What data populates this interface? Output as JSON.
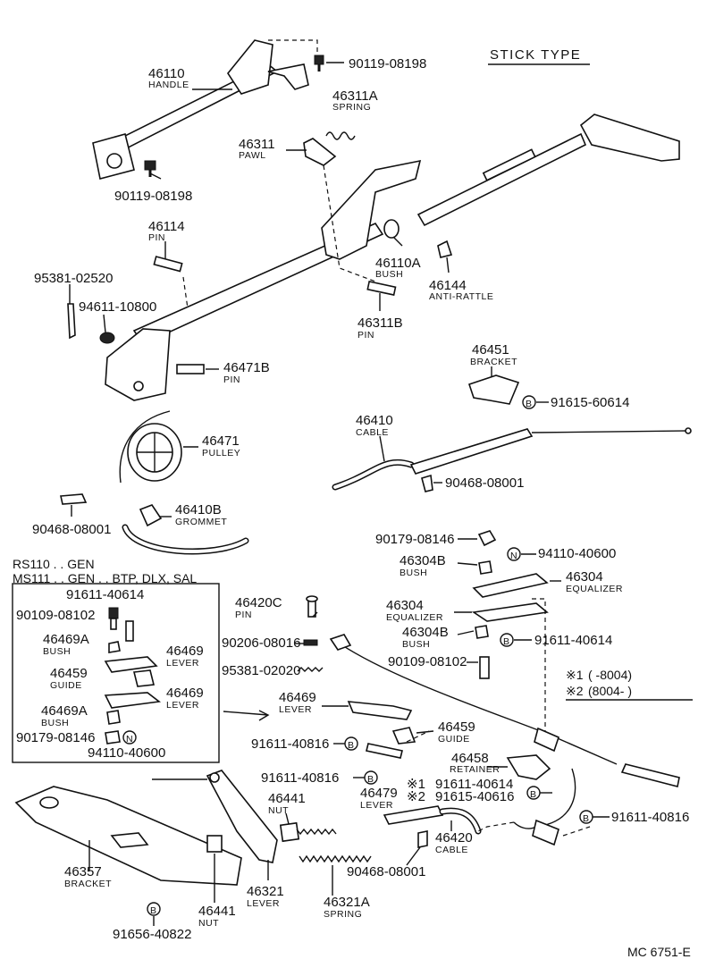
{
  "title": "STICK TYPE",
  "footer_code": "MC 6751-E",
  "date_notes": [
    {
      "mark": "※1",
      "text": "(       -8004)"
    },
    {
      "mark": "※2",
      "text": "(8004-       )"
    }
  ],
  "inset": {
    "header_line1": "RS110 . . GEN",
    "header_line2": "MS111 . . GEN . . BTP, DLX, SAL",
    "parts": [
      {
        "number": "91611-40614",
        "name": ""
      },
      {
        "number": "90109-08102",
        "name": ""
      },
      {
        "number": "46469A",
        "name": "BUSH"
      },
      {
        "number": "46469",
        "name": "LEVER"
      },
      {
        "number": "46459",
        "name": "GUIDE"
      },
      {
        "number": "46469",
        "name": "LEVER"
      },
      {
        "number": "46469A",
        "name": "BUSH"
      },
      {
        "number": "90179-08146",
        "name": ""
      },
      {
        "number": "94110-40600",
        "name": ""
      }
    ]
  },
  "parts": [
    {
      "number": "46110",
      "name": "HANDLE"
    },
    {
      "number": "90119-08198",
      "name": ""
    },
    {
      "number": "46311A",
      "name": "SPRING"
    },
    {
      "number": "46311",
      "name": "PAWL"
    },
    {
      "number": "90119-08198",
      "name": ""
    },
    {
      "number": "46114",
      "name": "PIN"
    },
    {
      "number": "95381-02520",
      "name": ""
    },
    {
      "number": "94611-10800",
      "name": ""
    },
    {
      "number": "46110A",
      "name": "BUSH"
    },
    {
      "number": "46144",
      "name": "ANTI-RATTLE"
    },
    {
      "number": "46311B",
      "name": "PIN"
    },
    {
      "number": "46471B",
      "name": "PIN"
    },
    {
      "number": "46451",
      "name": "BRACKET"
    },
    {
      "number": "91615-60614",
      "name": ""
    },
    {
      "number": "46410",
      "name": "CABLE"
    },
    {
      "number": "46471",
      "name": "PULLEY"
    },
    {
      "number": "90468-08001",
      "name": ""
    },
    {
      "number": "46410B",
      "name": "GROMMET"
    },
    {
      "number": "90468-08001",
      "name": ""
    },
    {
      "number": "90179-08146",
      "name": ""
    },
    {
      "number": "94110-40600",
      "name": ""
    },
    {
      "number": "46304B",
      "name": "BUSH"
    },
    {
      "number": "46304",
      "name": "EQUALIZER"
    },
    {
      "number": "46420C",
      "name": "PIN"
    },
    {
      "number": "46304",
      "name": "EQUALIZER"
    },
    {
      "number": "90206-08016",
      "name": ""
    },
    {
      "number": "46304B",
      "name": "BUSH"
    },
    {
      "number": "91611-40614",
      "name": ""
    },
    {
      "number": "95381-02020",
      "name": ""
    },
    {
      "number": "90109-08102",
      "name": ""
    },
    {
      "number": "46469",
      "name": "LEVER"
    },
    {
      "number": "46459",
      "name": "GUIDE"
    },
    {
      "number": "91611-40816",
      "name": ""
    },
    {
      "number": "46458",
      "name": "RETAINER"
    },
    {
      "number": "91611-40816",
      "name": ""
    },
    {
      "number": "46479",
      "name": "LEVER"
    },
    {
      "number": "91611-40614",
      "name": "※1"
    },
    {
      "number": "91615-40616",
      "name": "※2"
    },
    {
      "number": "46441",
      "name": "NUT"
    },
    {
      "number": "91611-40816",
      "name": ""
    },
    {
      "number": "46420",
      "name": "CABLE"
    },
    {
      "number": "46357",
      "name": "BRACKET"
    },
    {
      "number": "90468-08001",
      "name": ""
    },
    {
      "number": "46321",
      "name": "LEVER"
    },
    {
      "number": "46321A",
      "name": "SPRING"
    },
    {
      "number": "46441",
      "name": "NUT"
    },
    {
      "number": "91656-40822",
      "name": ""
    }
  ],
  "symbols": {
    "b_mark": "B",
    "n_mark": "N"
  }
}
